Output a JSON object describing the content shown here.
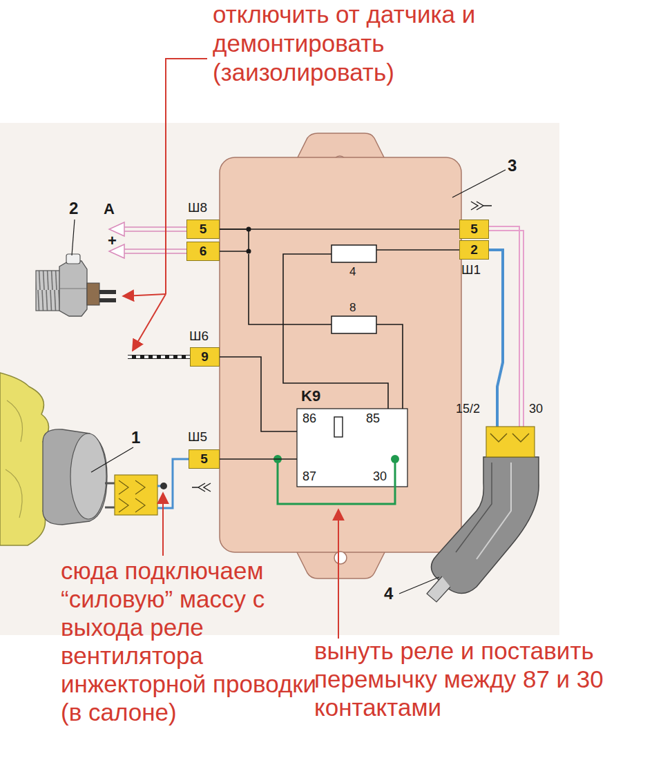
{
  "diagram": {
    "nodes": [
      {
        "text": [
          "5"
        ]
      },
      {
        "text": [
          "6"
        ]
      },
      {
        "text": [
          "5"
        ]
      },
      {
        "text": [
          "2"
        ]
      },
      {
        "text": [
          "9"
        ]
      },
      {
        "text": [
          "5"
        ]
      },
      {
        "text": [
          "K9",
          "86",
          "85",
          "87",
          "30"
        ]
      }
    ],
    "edges": [
      {
        "from": 0,
        "to": 2,
        "arrow": "none"
      },
      {
        "from": 0,
        "to": 1,
        "arrow": "none"
      },
      {
        "from": 4,
        "to": 6,
        "arrow": "none"
      },
      {
        "from": 5,
        "to": 6,
        "arrow": "none"
      }
    ],
    "labels": [
      "отключить от датчика и демонтировать (заизолировать)",
      "2",
      "A",
      "+",
      "Ш8",
      "3",
      "Ш1",
      "4",
      "8",
      "Ш6",
      "1",
      "Ш5",
      "15/2",
      "30",
      "4",
      "сюда подключаем “силовую” массу с выхода реле вентилятора инжекторной проводки (в салоне)",
      "вынуть реле и поставить перемычку между 87 и 30 контактами"
    ]
  }
}
